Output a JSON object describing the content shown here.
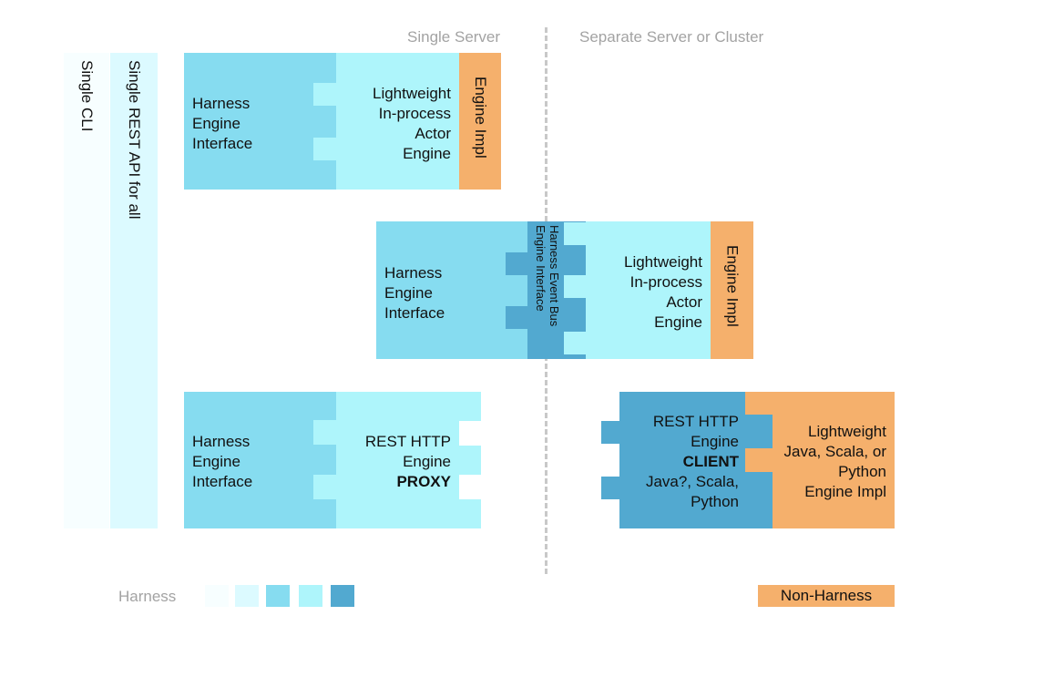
{
  "headers": {
    "single_server": "Single Server",
    "separate_server": "Separate Server or Cluster"
  },
  "side": {
    "cli": "Single CLI",
    "rest_api": "Single REST API for all"
  },
  "row1": {
    "interface": [
      "Harness",
      "Engine",
      "Interface"
    ],
    "actor": [
      "Lightweight",
      "In-process",
      "Actor",
      "Engine"
    ],
    "impl": "Engine Impl"
  },
  "row2": {
    "interface": [
      "Harness",
      "Engine",
      "Interface"
    ],
    "bus": [
      "Harness Event Bus",
      "Engine Interface"
    ],
    "actor": [
      "Lightweight",
      "In-process",
      "Actor",
      "Engine"
    ],
    "impl": "Engine Impl"
  },
  "row3": {
    "interface": [
      "Harness",
      "Engine",
      "Interface"
    ],
    "proxy": [
      "REST HTTP",
      "Engine",
      "PROXY"
    ],
    "client": [
      "REST HTTP",
      "Engine",
      "CLIENT",
      "Java?, Scala,",
      "Python"
    ],
    "impl": [
      "Lightweight",
      "Java, Scala, or",
      "Python",
      "Engine Impl"
    ]
  },
  "legend": {
    "harness": "Harness",
    "non_harness": "Non-Harness",
    "colors": [
      "#f7feff",
      "#dcfaff",
      "#86dcf0",
      "#aef5fb",
      "#52a9d0"
    ],
    "non_harness_color": "#f5b06c"
  }
}
